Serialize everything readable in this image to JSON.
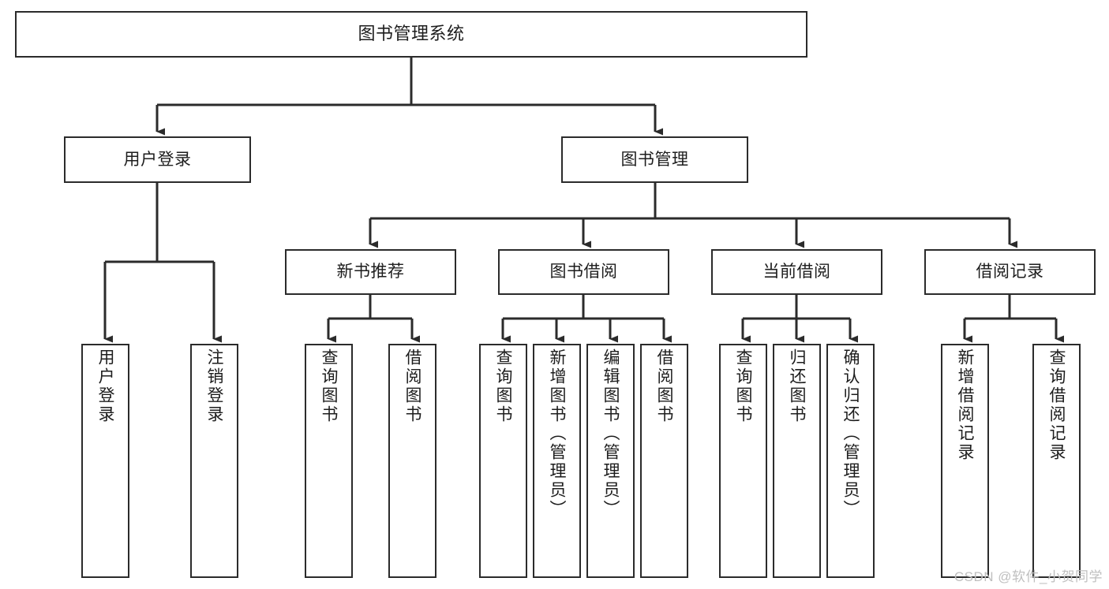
{
  "diagram": {
    "title": "图书管理系统",
    "watermark": "CSDN @软件_小贺同学",
    "colors": {
      "stroke": "#2b2b2b",
      "fill": "#ffffff",
      "text": "#1d1d1d",
      "watermark": "#bfbfbf"
    },
    "root": {
      "label": "图书管理系统"
    },
    "level1": [
      {
        "label": "用户登录"
      },
      {
        "label": "图书管理"
      }
    ],
    "level2": [
      {
        "label": "新书推荐"
      },
      {
        "label": "图书借阅"
      },
      {
        "label": "当前借阅"
      },
      {
        "label": "借阅记录"
      }
    ],
    "leaves": {
      "user_login": [
        {
          "label": "用户登录"
        },
        {
          "label": "注销登录"
        }
      ],
      "new_book": [
        {
          "label": "查询图书"
        },
        {
          "label": "借阅图书"
        }
      ],
      "book_borrow": [
        {
          "label": "查询图书"
        },
        {
          "label": "新增图书（管理员）"
        },
        {
          "label": "编辑图书（管理员）"
        },
        {
          "label": "借阅图书"
        }
      ],
      "current_borrow": [
        {
          "label": "查询图书"
        },
        {
          "label": "归还图书"
        },
        {
          "label": "确认归还（管理员）"
        }
      ],
      "borrow_record": [
        {
          "label": "新增借阅记录"
        },
        {
          "label": "查询借阅记录"
        }
      ]
    }
  }
}
